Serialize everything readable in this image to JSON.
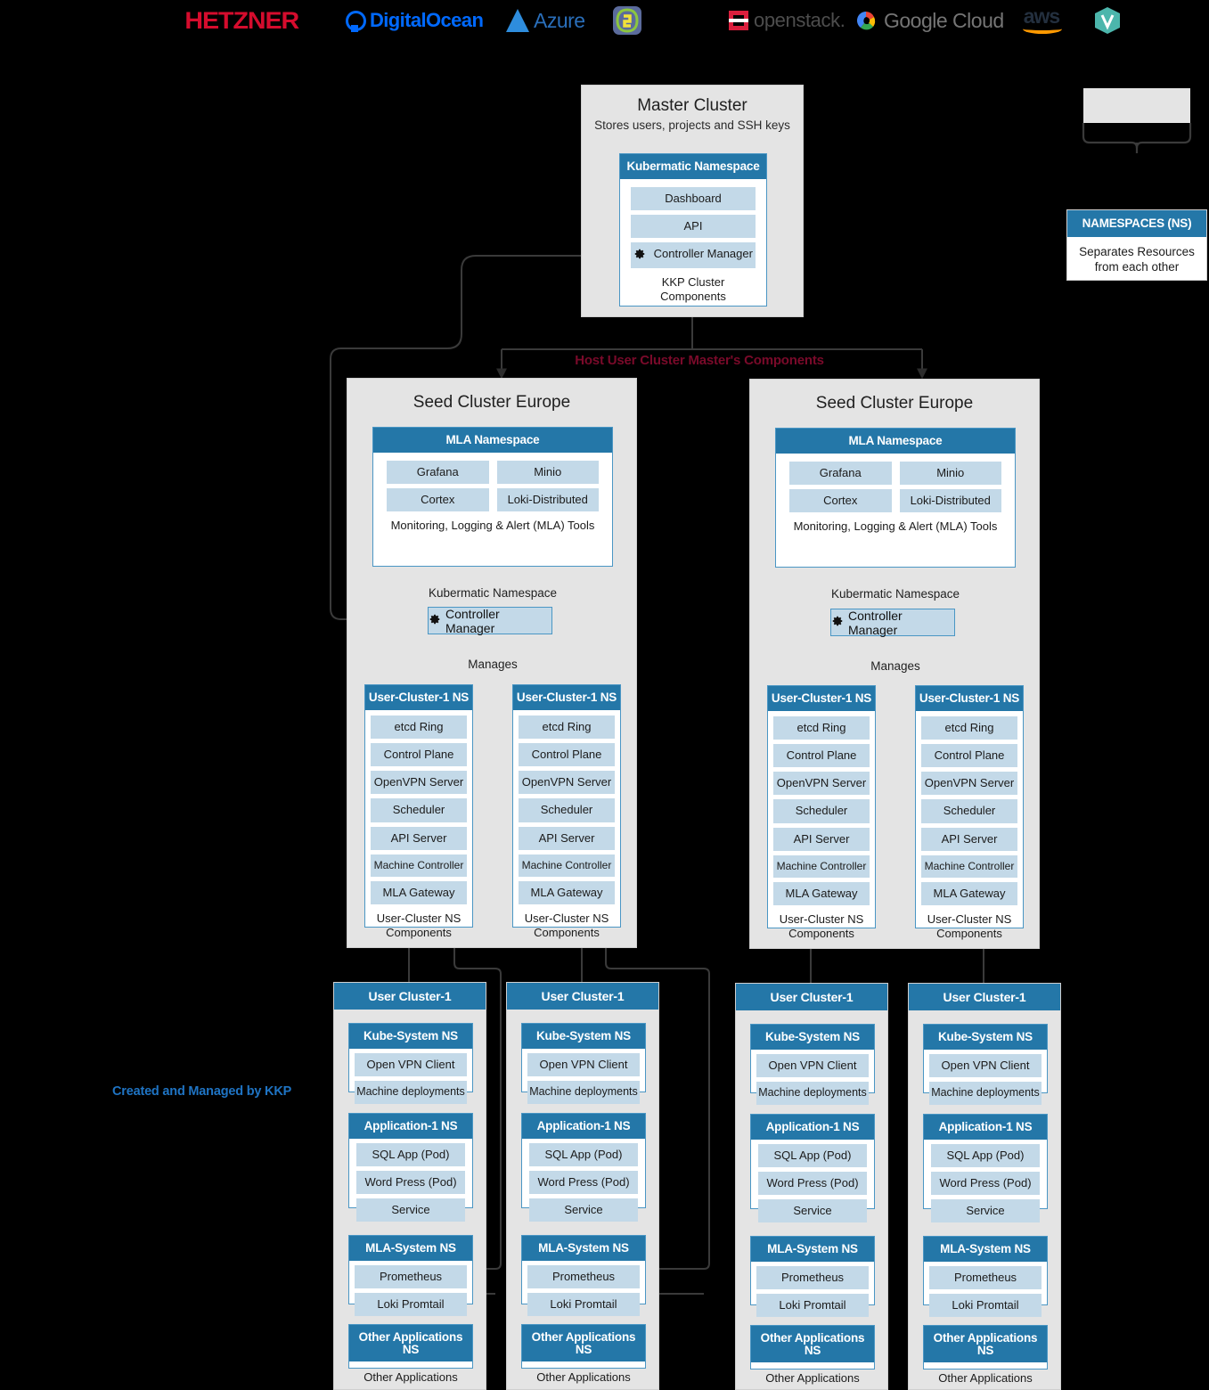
{
  "providers": [
    {
      "name": "Hetzner",
      "icon": "hetzner-logo",
      "label": "HETZNER"
    },
    {
      "name": "DigitalOcean",
      "icon": "digitalocean-logo",
      "label": "DigitalOcean"
    },
    {
      "name": "Azure",
      "icon": "azure-logo",
      "label": "Azure"
    },
    {
      "name": "Anexia",
      "icon": "anexia-logo",
      "label": ""
    },
    {
      "name": "OpenStack",
      "icon": "openstack-logo",
      "label": "openstack."
    },
    {
      "name": "Google Cloud",
      "icon": "google-cloud-logo",
      "label": "Google Cloud"
    },
    {
      "name": "AWS",
      "icon": "aws-logo",
      "label": "aws"
    },
    {
      "name": "VSphere",
      "icon": "vsphere-logo",
      "label": ""
    }
  ],
  "master": {
    "title": "Master Cluster",
    "subtitle": "Stores users, projects and SSH keys",
    "namespace": {
      "header": "Kubermatic Namespace",
      "items": [
        "Dashboard",
        "API",
        "Controller Manager"
      ],
      "caption": "KKP Cluster Components"
    }
  },
  "connector_label": "Host User Cluster Master's Components",
  "kkp_label": "Created and Managed by KKP",
  "legend": {
    "namespaces": {
      "header": "NAMESPACES (NS)",
      "body": "Separates Resources from each other"
    }
  },
  "seed_clusters": [
    {
      "title": "Seed Cluster Europe",
      "mla": {
        "header": "MLA Namespace",
        "items": [
          "Grafana",
          "Minio",
          "Cortex",
          "Loki-Distributed"
        ],
        "caption": "Monitoring, Logging & Alert (MLA) Tools"
      },
      "kubermatic_namespace_label": "Kubermatic Namespace",
      "controller_manager": "Controller Manager",
      "manages_label": "Manages",
      "user_cluster_ns": [
        {
          "header": "User-Cluster-1 NS",
          "items": [
            "etcd Ring",
            "Control Plane",
            "OpenVPN Server",
            "Scheduler",
            "API Server",
            "Machine Controller",
            "MLA Gateway"
          ],
          "caption": "User-Cluster NS Components"
        },
        {
          "header": "User-Cluster-1 NS",
          "items": [
            "etcd Ring",
            "Control Plane",
            "OpenVPN Server",
            "Scheduler",
            "API Server",
            "Machine Controller",
            "MLA Gateway"
          ],
          "caption": "User-Cluster NS Components"
        }
      ]
    },
    {
      "title": "Seed Cluster Europe",
      "mla": {
        "header": "MLA Namespace",
        "items": [
          "Grafana",
          "Minio",
          "Cortex",
          "Loki-Distributed"
        ],
        "caption": "Monitoring, Logging & Alert (MLA) Tools"
      },
      "kubermatic_namespace_label": "Kubermatic Namespace",
      "controller_manager": "Controller Manager",
      "manages_label": "Manages",
      "user_cluster_ns": [
        {
          "header": "User-Cluster-1 NS",
          "items": [
            "etcd Ring",
            "Control Plane",
            "OpenVPN Server",
            "Scheduler",
            "API Server",
            "Machine Controller",
            "MLA Gateway"
          ],
          "caption": "User-Cluster NS Components"
        },
        {
          "header": "User-Cluster-1 NS",
          "items": [
            "etcd Ring",
            "Control Plane",
            "OpenVPN Server",
            "Scheduler",
            "API Server",
            "Machine Controller",
            "MLA Gateway"
          ],
          "caption": "User-Cluster NS Components"
        }
      ]
    }
  ],
  "user_clusters": [
    {
      "title": "User Cluster-1",
      "namespaces": [
        {
          "header": "Kube-System NS",
          "items": [
            "Open VPN Client",
            "Machine deployments"
          ]
        },
        {
          "header": "Application-1 NS",
          "items": [
            "SQL App (Pod)",
            "Word Press (Pod)",
            "Service"
          ]
        },
        {
          "header": "MLA-System NS",
          "items": [
            "Prometheus",
            "Loki Promtail"
          ]
        },
        {
          "header": "Other Applications NS",
          "items": [
            "Other Applications"
          ]
        }
      ]
    },
    {
      "title": "User Cluster-1",
      "namespaces": [
        {
          "header": "Kube-System NS",
          "items": [
            "Open VPN Client",
            "Machine deployments"
          ]
        },
        {
          "header": "Application-1 NS",
          "items": [
            "SQL App (Pod)",
            "Word Press (Pod)",
            "Service"
          ]
        },
        {
          "header": "MLA-System NS",
          "items": [
            "Prometheus",
            "Loki Promtail"
          ]
        },
        {
          "header": "Other Applications NS",
          "items": [
            "Other Applications"
          ]
        }
      ]
    },
    {
      "title": "User Cluster-1",
      "namespaces": [
        {
          "header": "Kube-System NS",
          "items": [
            "Open VPN Client",
            "Machine deployments"
          ]
        },
        {
          "header": "Application-1 NS",
          "items": [
            "SQL App (Pod)",
            "Word Press (Pod)",
            "Service"
          ]
        },
        {
          "header": "MLA-System NS",
          "items": [
            "Prometheus",
            "Loki Promtail"
          ]
        },
        {
          "header": "Other Applications NS",
          "items": [
            "Other Applications"
          ]
        }
      ]
    },
    {
      "title": "User Cluster-1",
      "namespaces": [
        {
          "header": "Kube-System NS",
          "items": [
            "Open VPN Client",
            "Machine deployments"
          ]
        },
        {
          "header": "Application-1 NS",
          "items": [
            "SQL App (Pod)",
            "Word Press (Pod)",
            "Service"
          ]
        },
        {
          "header": "MLA-System NS",
          "items": [
            "Prometheus",
            "Loki Promtail"
          ]
        },
        {
          "header": "Other Applications NS",
          "items": [
            "Other Applications"
          ]
        }
      ]
    }
  ],
  "colors": {
    "header_blue": "#2477a8",
    "item_blue": "#c3d9e8",
    "cluster_gray": "#e4e4e4",
    "connector_red": "#7a0a2a",
    "kkp_blue": "#1f74c4",
    "wire": "#3a3a3a"
  }
}
